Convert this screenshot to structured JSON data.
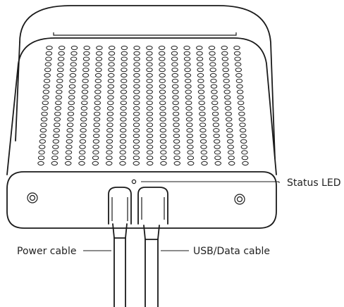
{
  "labels": {
    "status_led": "Status LED",
    "power_cable": "Power cable",
    "usb_cable": "USB/Data cable"
  },
  "icons": {
    "left_screw": "screw-icon",
    "right_screw": "screw-icon"
  }
}
